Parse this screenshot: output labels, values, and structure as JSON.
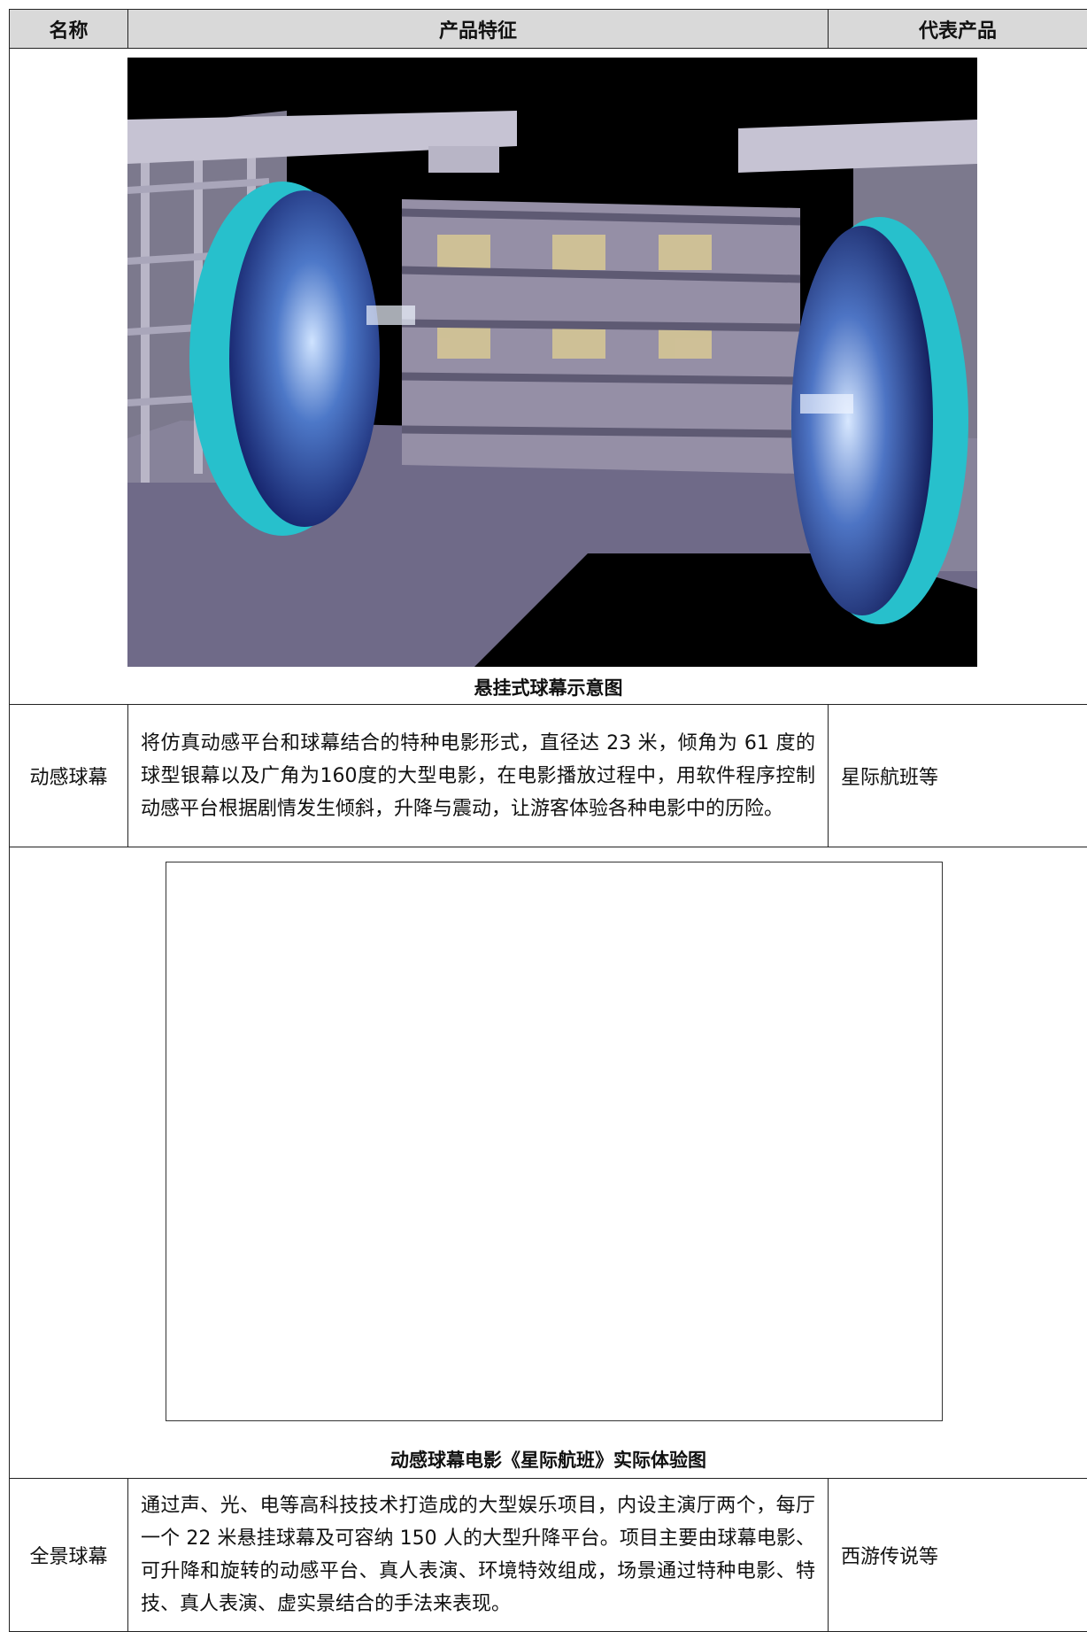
{
  "table": {
    "headers": [
      "名称",
      "产品特征",
      "代表产品"
    ],
    "figure1_caption": "悬挂式球幕示意图",
    "row1": {
      "name": "动感球幕",
      "feature": "将仿真动感平台和球幕结合的特种电影形式，直径达 23 米，倾角为 61 度的球型银幕以及广角为160度的大型电影，在电影播放过程中，用软件程序控制动感平台根据剧情发生倾斜，升降与震动，让游客体验各种电影中的历险。",
      "product": "星际航班等"
    },
    "figure2_caption": "动感球幕电影《星际航班》实际体验图",
    "row2": {
      "name": "全景球幕",
      "feature": "通过声、光、电等高科技技术打造成的大型娱乐项目，内设主演厅两个，每厅一个 22 米悬挂球幕及可容纳 150 人的大型升降平台。项目主要由球幕电影、可升降和旋转的动感平台、真人表演、环境特效组成，场景通过特种电影、特技、真人表演、虚实景结合的手法来表现。",
      "product": "西游传说等"
    }
  }
}
